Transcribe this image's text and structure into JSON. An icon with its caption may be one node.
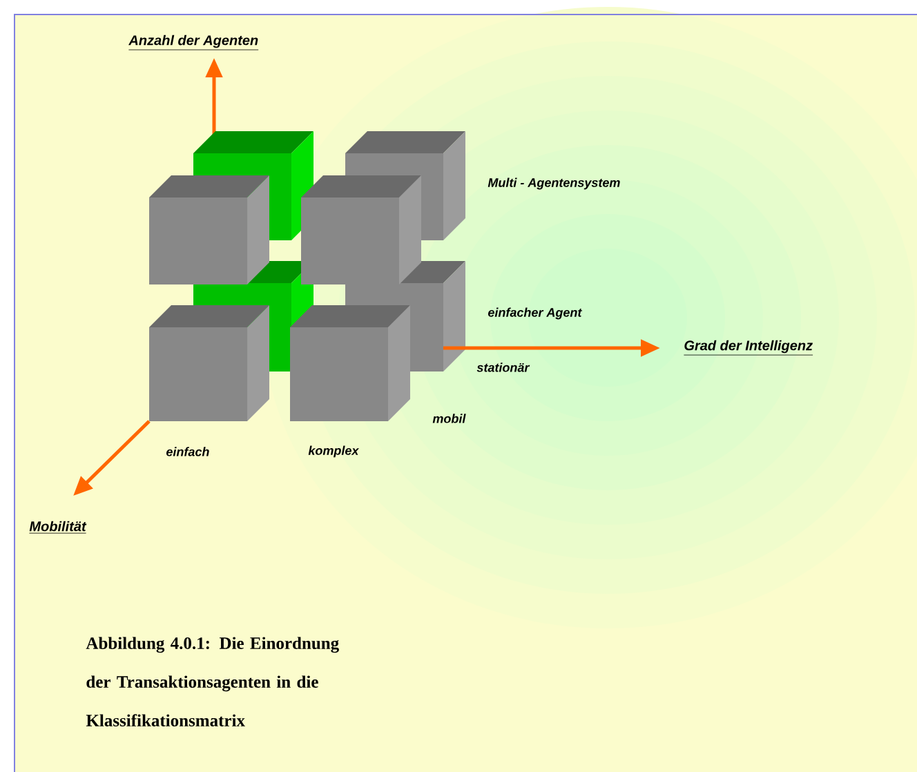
{
  "diagram": {
    "caption": "Abbildung 4.0.1: Die Einordnung der Transaktionsagenten in die Klassifikationsmatrix",
    "labels": [
      "Anzahl der Agenten",
      "Multi - Agentensystem",
      "einfacher Agent",
      "Grad der Intelligenz",
      "stationär",
      "mobil",
      "einfach",
      "komplex",
      "Mobilität"
    ]
  }
}
